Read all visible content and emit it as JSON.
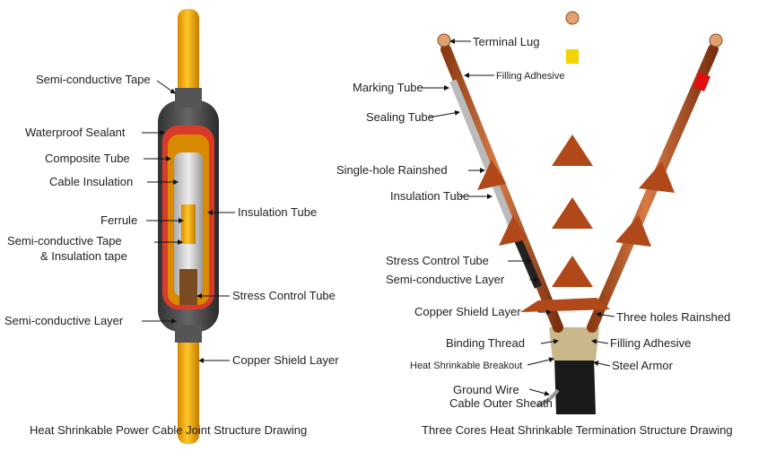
{
  "joint": {
    "caption": "Heat Shrinkable Power Cable Joint Structure Drawing",
    "labels": {
      "semi_conductive_tape": "Semi-conductive Tape",
      "waterproof_sealant": "Waterproof Sealant",
      "composite_tube": "Composite Tube",
      "cable_insulation": "Cable Insulation",
      "ferrule": "Ferrule",
      "semi_tape_2a": "Semi-conductive Tape",
      "semi_tape_2b": "& Insulation tape",
      "semi_conductive_layer": "Semi-conductive Layer",
      "insulation_tube": "Insulation Tube",
      "stress_control_tube": "Stress Control Tube",
      "copper_shield_layer": "Copper Shield Layer"
    }
  },
  "termination": {
    "caption": "Three Cores Heat Shrinkable Termination Structure Drawing",
    "labels": {
      "terminal_lug": "Terminal Lug",
      "filling_adhesive_top": "Filling Adhesive",
      "marking_tube": "Marking Tube",
      "sealing_tube": "Sealing Tube",
      "single_hole_rainshed": "Single-hole Rainshed",
      "insulation_tube": "Insulation Tube",
      "stress_control_tube": "Stress Control Tube",
      "semi_conductive_layer": "Semi-conductive Layer",
      "copper_shield_layer": "Copper Shield Layer",
      "three_holes_rainshed": "Three holes Rainshed",
      "binding_thread": "Binding Thread",
      "filling_adhesive_bottom": "Filling Adhesive",
      "heat_shrinkable_breakout": "Heat Shrinkable Breakout",
      "steel_armor": "Steel Armor",
      "ground_wire": "Ground Wire",
      "cable_outer_sheath": "Cable Outer Sheath"
    }
  }
}
